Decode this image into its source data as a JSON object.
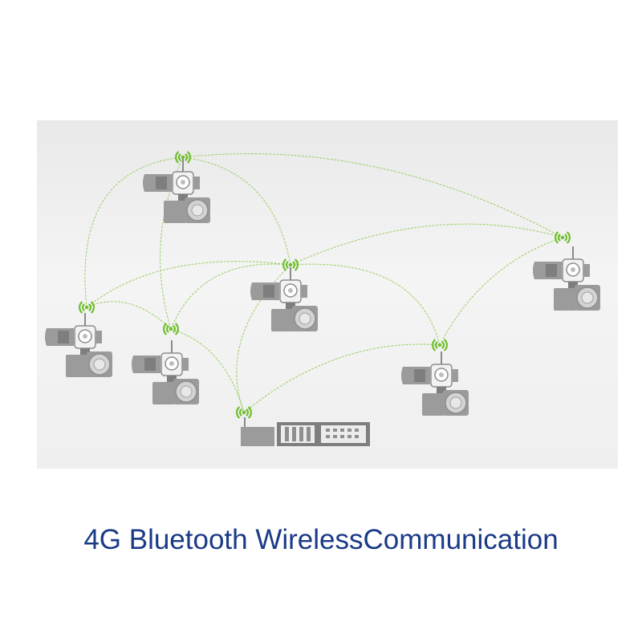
{
  "caption": "4G Bluetooth WirelessCommunication",
  "colors": {
    "link": "#9fd16b",
    "signal": "#6fbe2c",
    "device_body": "#9b9b9b",
    "device_dark": "#7e7e7e",
    "caption": "#1b3a87"
  },
  "nodes": [
    {
      "id": "camera-top-left",
      "kind": "camera"
    },
    {
      "id": "camera-center",
      "kind": "camera"
    },
    {
      "id": "camera-right",
      "kind": "camera"
    },
    {
      "id": "camera-left",
      "kind": "camera"
    },
    {
      "id": "camera-mid-left",
      "kind": "camera"
    },
    {
      "id": "camera-mid-right",
      "kind": "camera"
    },
    {
      "id": "base-station",
      "kind": "controller"
    }
  ],
  "links": [
    [
      "camera-top-left",
      "camera-right"
    ],
    [
      "camera-top-left",
      "camera-center"
    ],
    [
      "camera-top-left",
      "camera-left"
    ],
    [
      "camera-top-left",
      "camera-mid-left"
    ],
    [
      "camera-center",
      "camera-left"
    ],
    [
      "camera-center",
      "camera-mid-right"
    ],
    [
      "camera-center",
      "camera-right"
    ],
    [
      "camera-center",
      "camera-mid-left"
    ],
    [
      "camera-center",
      "base-station"
    ],
    [
      "camera-left",
      "camera-mid-left"
    ],
    [
      "camera-mid-left",
      "base-station"
    ],
    [
      "camera-mid-right",
      "base-station"
    ],
    [
      "camera-mid-right",
      "camera-right"
    ]
  ]
}
